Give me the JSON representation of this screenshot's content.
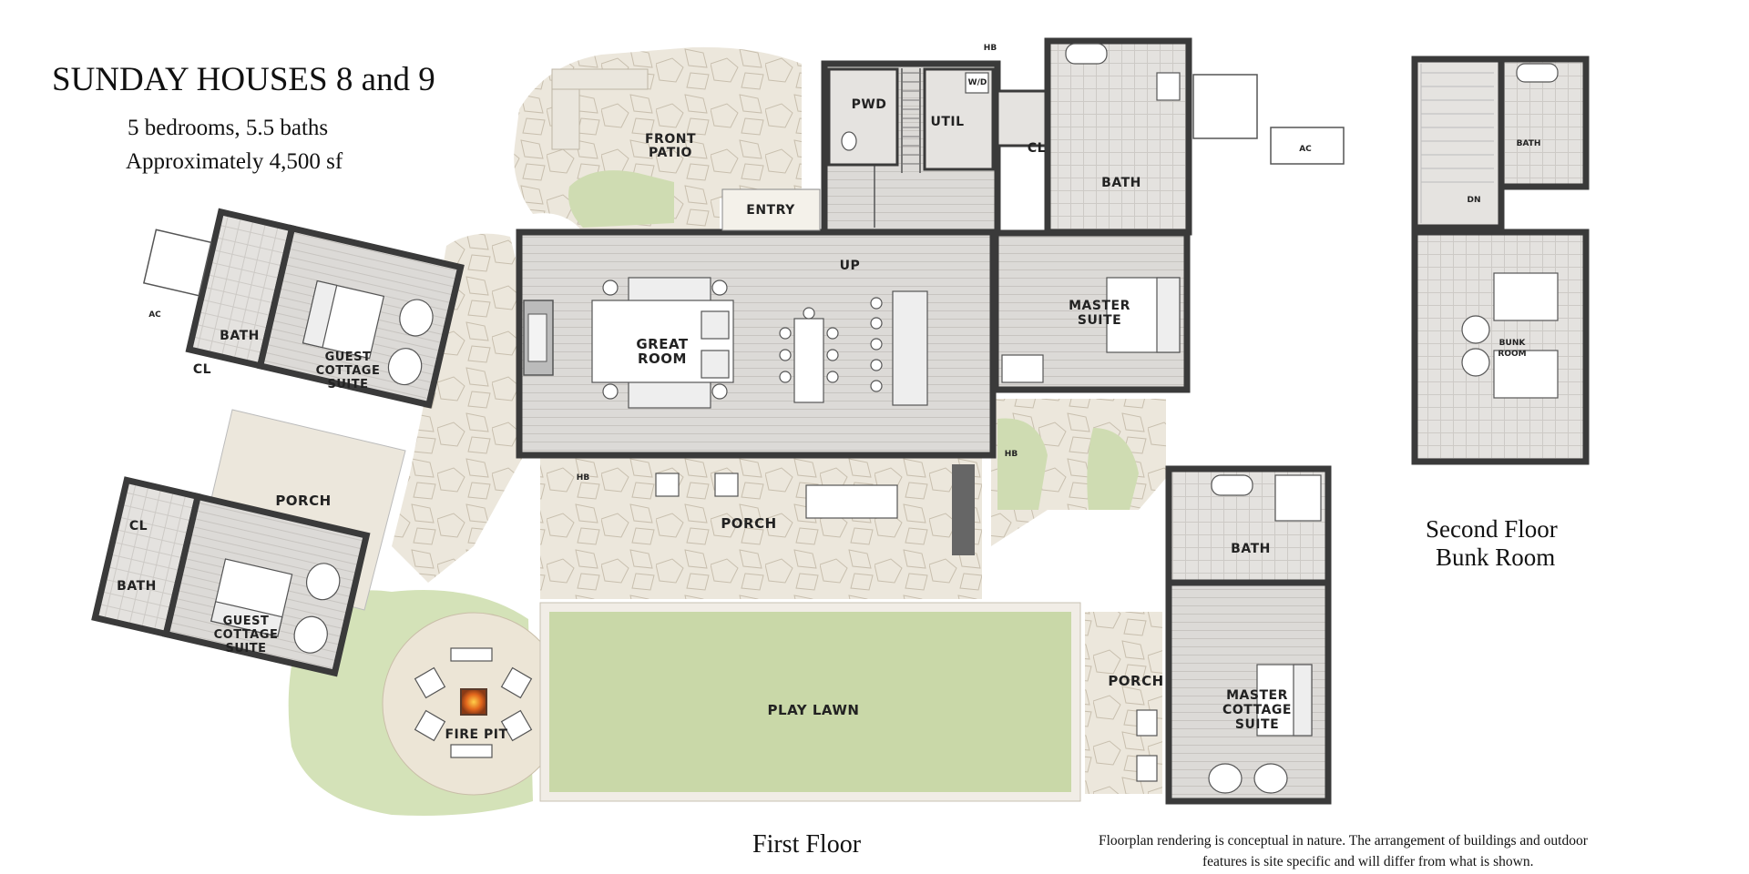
{
  "header": {
    "title": "SUNDAY HOUSES 8 and 9",
    "bedrooms_baths": "5 bedrooms, 5.5 baths",
    "area": "Approximately 4,500 sf"
  },
  "captions": {
    "first_floor": "First Floor",
    "second_floor_line1": "Second Floor",
    "second_floor_line2": "Bunk Room",
    "disclaimer_line1": "Floorplan rendering is conceptual in nature. The arrangement of buildings and outdoor",
    "disclaimer_line2": "features is site specific and will differ from what is shown."
  },
  "rooms": {
    "front_patio_1": "FRONT",
    "front_patio_2": "PATIO",
    "entry": "ENTRY",
    "pwd": "PWD",
    "util": "UTIL",
    "wd": "W/D",
    "cl_main": "CL",
    "bath_master": "BATH",
    "ac_main": "AC",
    "up": "UP",
    "great_room_1": "GREAT",
    "great_room_2": "ROOM",
    "master_suite_1": "MASTER",
    "master_suite_2": "SUITE",
    "porch_main": "PORCH",
    "hb1": "HB",
    "hb2": "HB",
    "hb3": "HB",
    "play_lawn": "PLAY LAWN",
    "porch_right": "PORCH",
    "bath_cottage": "BATH",
    "master_cottage_1": "MASTER",
    "master_cottage_2": "COTTAGE",
    "master_cottage_3": "SUITE",
    "ac_left": "AC",
    "bath_guest1": "BATH",
    "cl_guest1": "CL",
    "guest1_1": "GUEST",
    "guest1_2": "COTTAGE",
    "guest1_3": "SUITE",
    "porch_left": "PORCH",
    "cl_guest2": "CL",
    "bath_guest2": "BATH",
    "guest2_1": "GUEST",
    "guest2_2": "COTTAGE",
    "guest2_3": "SUITE",
    "fire_pit": "FIRE PIT",
    "bath_second": "BATH",
    "dn": "DN",
    "bunk_room_1": "BUNK",
    "bunk_room_2": "ROOM"
  },
  "colors": {
    "wall": "#3a3a3a",
    "floor": "#dedcd9",
    "lawn": "#c9d8a8",
    "stone": "#e8e1d3"
  }
}
